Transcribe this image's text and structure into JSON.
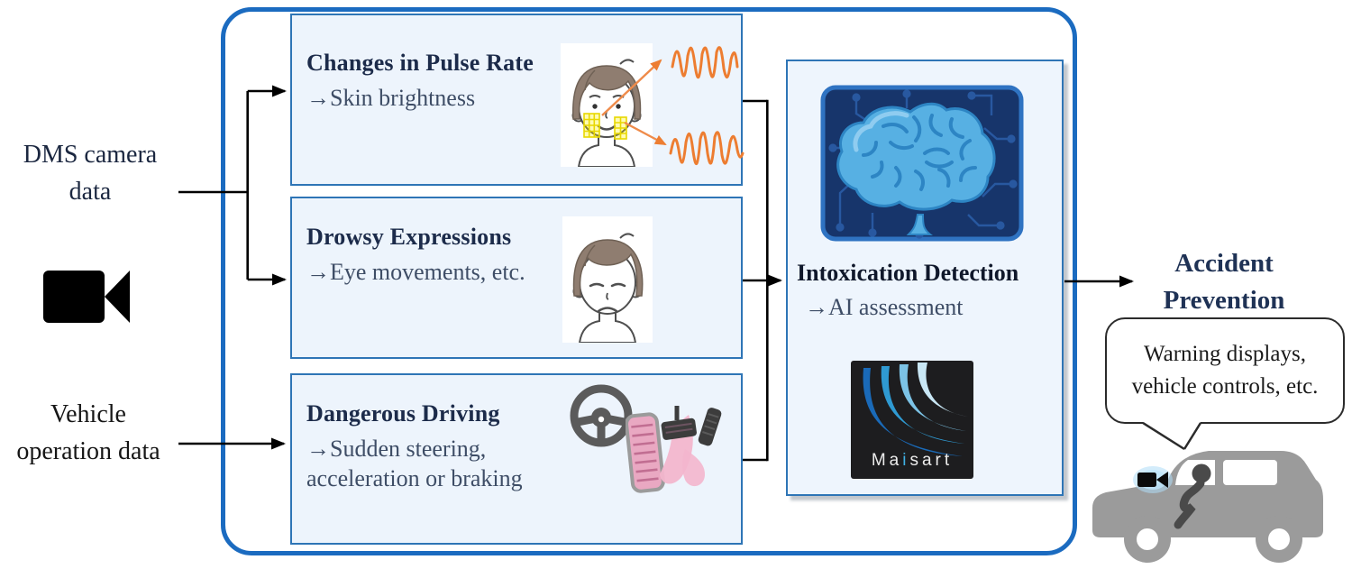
{
  "inputs": {
    "dms_label": "DMS camera data",
    "vehicle_label": "Vehicle operation data"
  },
  "boxes": [
    {
      "title": "Changes in Pulse Rate",
      "subtitle": "→Skin brightness"
    },
    {
      "title": "Drowsy Expressions",
      "subtitle": "→Eye movements, etc."
    },
    {
      "title": "Dangerous Driving",
      "subtitle": "→Sudden steering, acceleration or braking"
    }
  ],
  "detection": {
    "title": "Intoxication Detection",
    "subtitle": "→AI assessment",
    "logo": {
      "part1": "Ma",
      "part2": "i",
      "part3": "sart"
    }
  },
  "outcome": {
    "title": "Accident Prevention",
    "bubble_text": "Warning displays, vehicle controls, etc."
  },
  "colors": {
    "outer_border": "#1b6bc0",
    "box_border": "#2e75b6",
    "box_fill": "#edf4fc",
    "title_text": "#1c2b4a",
    "subtitle_text": "#3e4d66",
    "wave_orange": "#ed7d31"
  }
}
